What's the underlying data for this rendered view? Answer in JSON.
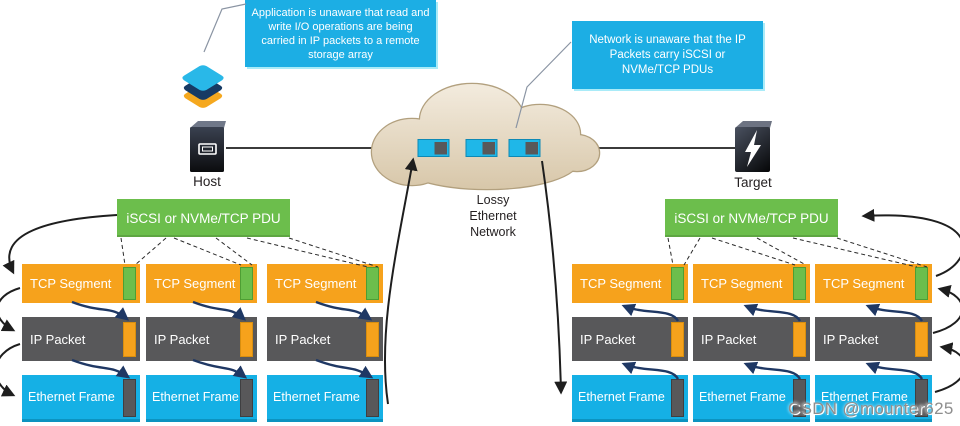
{
  "callouts": {
    "application": "Application is unaware that read and write I/O operations are being carried in IP packets to a remote storage array",
    "network": "Network is unaware that the IP Packets carry iSCSI or NVMe/TCP PDUs"
  },
  "labels": {
    "host": "Host",
    "target": "Target",
    "cloud": "Lossy\nEthernet\nNetwork",
    "pdu": "iSCSI or NVMe/TCP PDU",
    "tcp": "TCP Segment",
    "ip": "IP Packet",
    "eth": "Ethernet Frame"
  },
  "watermark": "CSDN @mounter625",
  "colors": {
    "pdu_green": "#6CBE4C",
    "tcp_orange": "#F6A21C",
    "ip_gray": "#58585A",
    "eth_cyan": "#15B0E5",
    "callout_cyan": "#1CAEE4",
    "cloud_fill_top": "#F2EADC",
    "cloud_fill_bottom": "#D7C6A8",
    "cloud_border": "#B2A07E",
    "arrow_navy": "#1F3864",
    "arrow_black": "#1E1E1E"
  }
}
